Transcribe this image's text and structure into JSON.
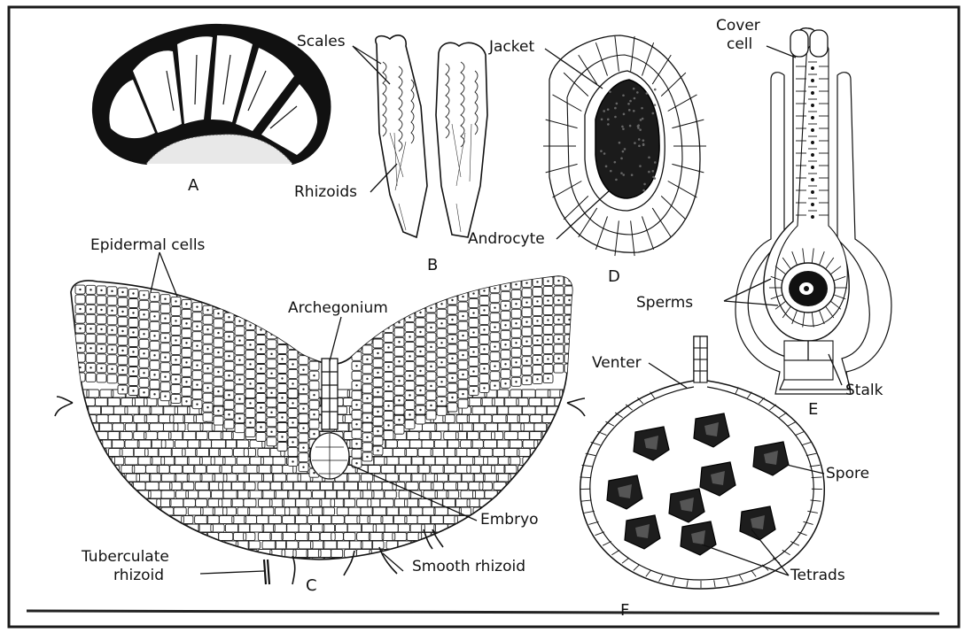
{
  "colors": {
    "ink": "#111111",
    "paper": "#ffffff",
    "border": "#1a1a1a"
  },
  "panels": {
    "A": {
      "letter": "A"
    },
    "B": {
      "letter": "B",
      "labels": {
        "scales": "Scales",
        "rhizoids": "Rhizoids"
      }
    },
    "C": {
      "letter": "C",
      "labels": {
        "epidermal": "Epidermal cells",
        "archegonium": "Archegonium",
        "embryo": "Embryo",
        "tuberculate_1": "Tuberculate",
        "tuberculate_2": "rhizoid",
        "smooth": "Smooth rhizoid"
      }
    },
    "D": {
      "letter": "D",
      "labels": {
        "jacket": "Jacket",
        "androcyte": "Androcyte"
      }
    },
    "E": {
      "letter": "E",
      "labels": {
        "cover_1": "Cover",
        "cover_2": "cell",
        "sperms": "Sperms",
        "stalk": "Stalk"
      }
    },
    "F": {
      "letter": "F",
      "labels": {
        "venter": "Venter",
        "spore": "Spore",
        "tetrads": "Tetrads"
      }
    }
  }
}
